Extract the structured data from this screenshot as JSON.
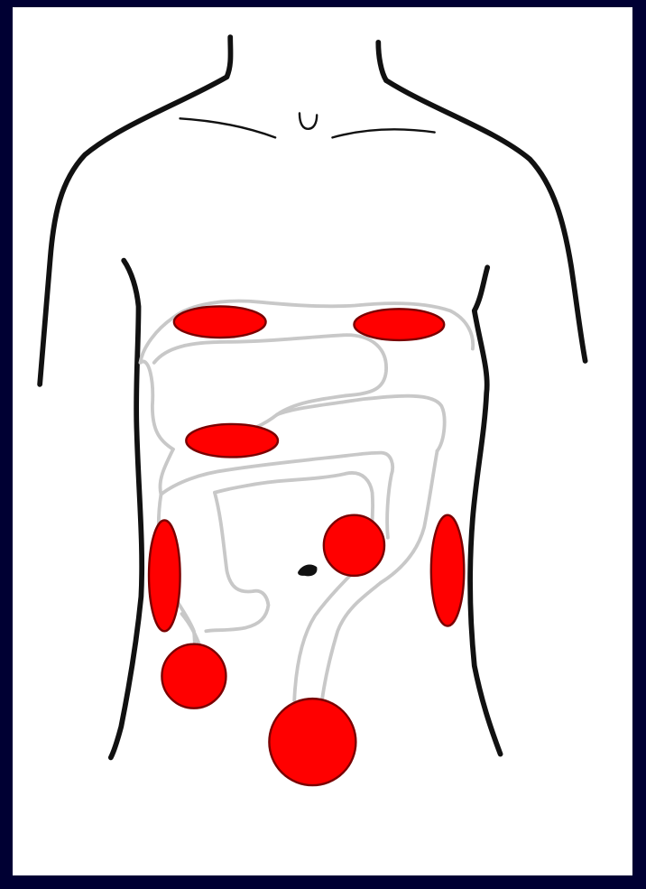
{
  "colors": {
    "frame": "#000033",
    "background": "#ffffff",
    "outline": "#111111",
    "organ": "#c8c8c8",
    "marker_fill": "#ff0000",
    "marker_stroke": "#7a0000"
  },
  "figure": {
    "subject": "torso-front-abdomen",
    "marker_shapes": [
      "ellipse",
      "ellipse",
      "ellipse",
      "ellipse",
      "circle",
      "ellipse",
      "circle",
      "circle"
    ]
  }
}
